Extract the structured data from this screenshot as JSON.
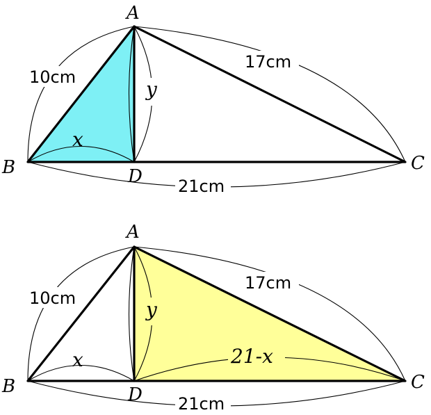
{
  "colors": {
    "blue_fill": "#7ef0f5",
    "yellow_fill": "#ffff99",
    "stroke": "#000000"
  },
  "top": {
    "labels": {
      "A": "A",
      "B": "B",
      "C": "C",
      "D": "D"
    },
    "side_AB": "10cm",
    "side_AC": "17cm",
    "side_BC": "21cm",
    "var_x": "x",
    "var_y": "y"
  },
  "bottom": {
    "labels": {
      "A": "A",
      "B": "B",
      "C": "C",
      "D": "D"
    },
    "side_AB": "10cm",
    "side_AC": "17cm",
    "side_BC": "21cm",
    "var_x": "x",
    "var_y": "y",
    "var_21x": "21-x"
  }
}
